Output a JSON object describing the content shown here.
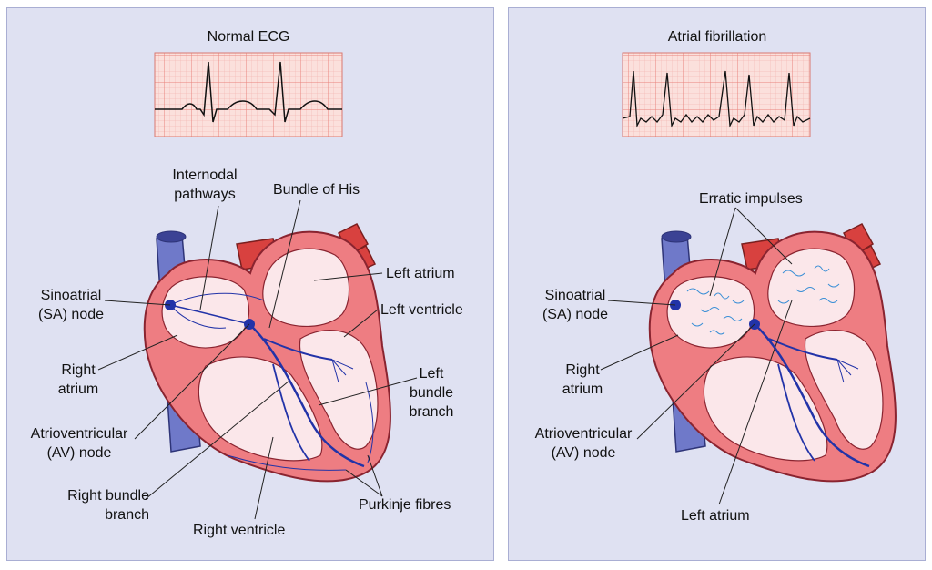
{
  "left_panel": {
    "title": "Normal ECG",
    "labels": {
      "internodal": [
        "Internodal",
        "pathways"
      ],
      "bundle_of_his": "Bundle of His",
      "left_atrium": "Left atrium",
      "left_ventricle": "Left ventricle",
      "left_bundle_branch": [
        "Left",
        "bundle",
        "branch"
      ],
      "sa_node": [
        "Sinoatrial",
        "(SA) node"
      ],
      "right_atrium": [
        "Right",
        "atrium"
      ],
      "av_node": [
        "Atrioventricular",
        "(AV) node"
      ],
      "right_bundle_branch": [
        "Right bundle",
        "branch"
      ],
      "right_ventricle": "Right ventricle",
      "purkinje": "Purkinje fibres"
    }
  },
  "right_panel": {
    "title": "Atrial fibrillation",
    "labels": {
      "erratic": "Erratic impulses",
      "sa_node": [
        "Sinoatrial",
        "(SA) node"
      ],
      "right_atrium": [
        "Right",
        "atrium"
      ],
      "av_node": [
        "Atrioventricular",
        "(AV) node"
      ],
      "left_atrium": "Left atrium"
    }
  },
  "colors": {
    "panel_bg": "#dfe1f2",
    "ecg_grid": "#f7c9c4",
    "heart_wall": "#ee7d82",
    "heart_inner": "#fbe7ea",
    "conduction": "#2233a8",
    "vessel": "#6f79c9",
    "artery": "#d8413f"
  }
}
